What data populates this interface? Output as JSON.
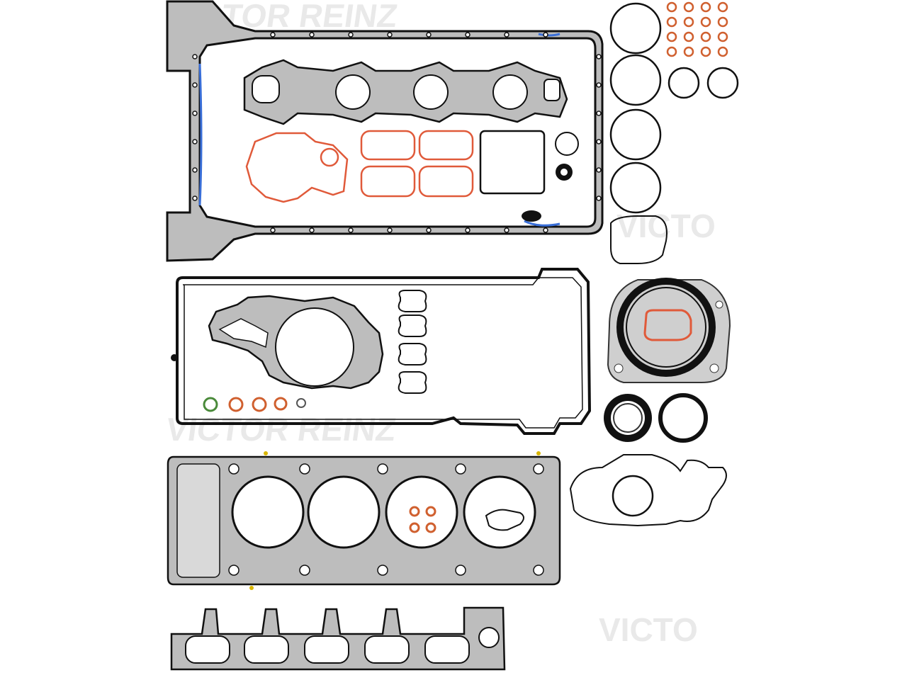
{
  "watermarks": [
    {
      "text": "VICTOR REINZ"
    },
    {
      "text": "VICTOR REINZ"
    },
    {
      "text": "VICTO"
    },
    {
      "text": "VICTO"
    }
  ],
  "colors": {
    "gasket_fill": "#bdbdbd",
    "gasket_stroke": "#1a1a1a",
    "seal_black": "#111111",
    "rubber_orange": "#e05a3a",
    "blue_bead": "#3a6fd8",
    "bolt_hole": "#ffffff",
    "yellow_pin": "#d9b600"
  },
  "parts": {
    "oil_pan_gasket": {
      "name": "oil-pan-gasket",
      "icon": "gasket-frame"
    },
    "exhaust_manifold_gasket": {
      "name": "exhaust-manifold-gasket",
      "icon": "gasket-strip"
    },
    "intake_orange_gaskets": {
      "name": "intake-rubber-gaskets",
      "icon": "rubber-seal"
    },
    "valve_cover_gasket": {
      "name": "valve-cover-gasket",
      "icon": "gasket-loop"
    },
    "water_pump_gasket": {
      "name": "water-pump-gasket",
      "icon": "gasket-ring"
    },
    "cylinder_head_gasket": {
      "name": "cylinder-head-gasket",
      "icon": "head-gasket"
    },
    "intake_manifold_gasket": {
      "name": "intake-manifold-gasket",
      "icon": "gasket-strip"
    },
    "rear_main_seal": {
      "name": "rear-crankshaft-seal-housing",
      "icon": "seal-housing"
    },
    "o_rings": {
      "name": "o-ring-set",
      "icon": "o-ring"
    },
    "shaft_seals": {
      "name": "shaft-seal-set",
      "icon": "shaft-seal"
    },
    "timing_cover_gasket": {
      "name": "timing-cover-gasket",
      "icon": "gasket-outline"
    }
  }
}
